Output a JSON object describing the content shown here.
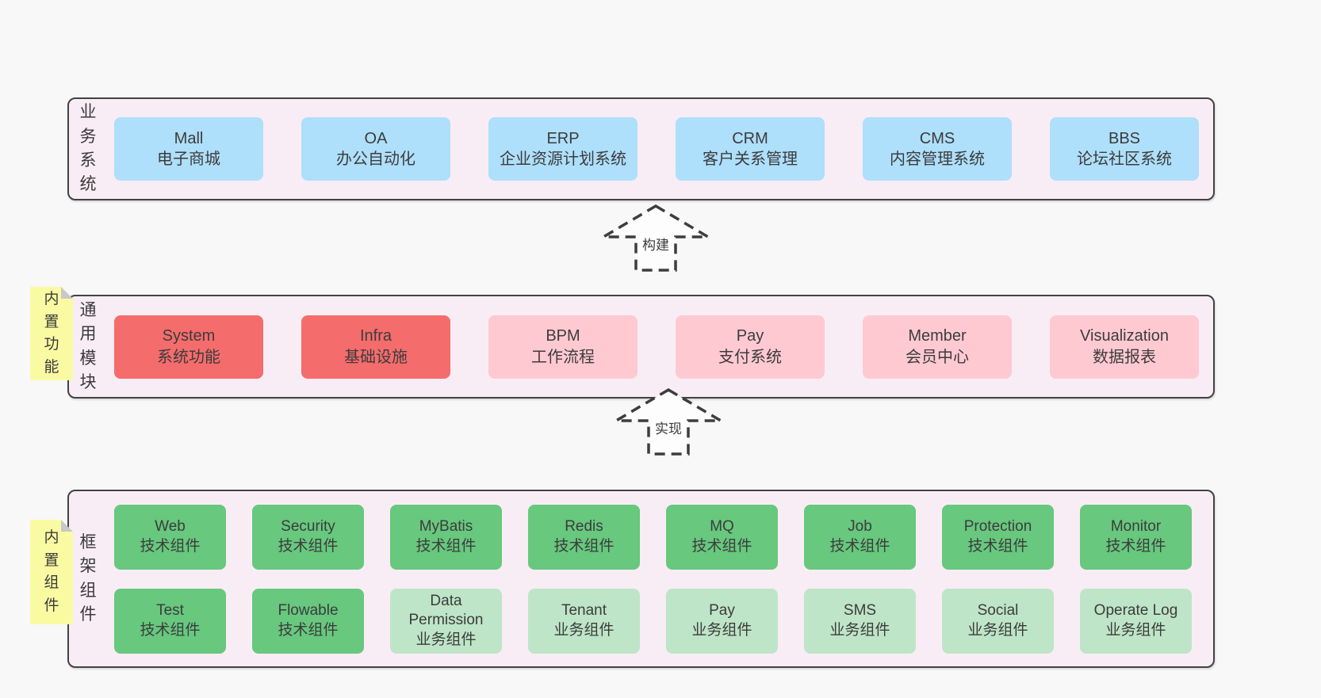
{
  "colors": {
    "background": "#f8f8f8",
    "container_fill": "#f9edf5",
    "container_border": "#424242",
    "blue": "#aedffb",
    "red": "#f56c6c",
    "pink": "#ffc9d2",
    "green": "#67c87e",
    "light_green": "#bee5c7",
    "sticky": "#fafaa3",
    "sticky_fold": "#c8c8c8",
    "text": "#3a3a3a",
    "arrow_stroke": "#3d3d3d"
  },
  "arrows": [
    {
      "label": "构建"
    },
    {
      "label": "实现"
    }
  ],
  "layers": [
    {
      "label": "业务系统",
      "boxes": [
        {
          "title": "Mall",
          "subtitle": "电子商城"
        },
        {
          "title": "OA",
          "subtitle": "办公自动化"
        },
        {
          "title": "ERP",
          "subtitle": "企业资源计划系统"
        },
        {
          "title": "CRM",
          "subtitle": "客户关系管理"
        },
        {
          "title": "CMS",
          "subtitle": "内容管理系统"
        },
        {
          "title": "BBS",
          "subtitle": "论坛社区系统"
        }
      ]
    },
    {
      "label": "通用模块",
      "sticky": "内置功能",
      "boxes": [
        {
          "title": "System",
          "subtitle": "系统功能"
        },
        {
          "title": "Infra",
          "subtitle": "基础设施"
        },
        {
          "title": "BPM",
          "subtitle": "工作流程"
        },
        {
          "title": "Pay",
          "subtitle": "支付系统"
        },
        {
          "title": "Member",
          "subtitle": "会员中心"
        },
        {
          "title": "Visualization",
          "subtitle": "数据报表"
        }
      ]
    },
    {
      "label": "框架组件",
      "sticky": "内置组件",
      "rows": [
        [
          {
            "title": "Web",
            "subtitle": "技术组件"
          },
          {
            "title": "Security",
            "subtitle": "技术组件"
          },
          {
            "title": "MyBatis",
            "subtitle": "技术组件"
          },
          {
            "title": "Redis",
            "subtitle": "技术组件"
          },
          {
            "title": "MQ",
            "subtitle": "技术组件"
          },
          {
            "title": "Job",
            "subtitle": "技术组件"
          },
          {
            "title": "Protection",
            "subtitle": "技术组件"
          },
          {
            "title": "Monitor",
            "subtitle": "技术组件"
          }
        ],
        [
          {
            "title": "Test",
            "subtitle": "技术组件"
          },
          {
            "title": "Flowable",
            "subtitle": "技术组件"
          },
          {
            "title": "Data Permission",
            "subtitle": "业务组件"
          },
          {
            "title": "Tenant",
            "subtitle": "业务组件"
          },
          {
            "title": "Pay",
            "subtitle": "业务组件"
          },
          {
            "title": "SMS",
            "subtitle": "业务组件"
          },
          {
            "title": "Social",
            "subtitle": "业务组件"
          },
          {
            "title": "Operate Log",
            "subtitle": "业务组件"
          }
        ]
      ]
    }
  ]
}
